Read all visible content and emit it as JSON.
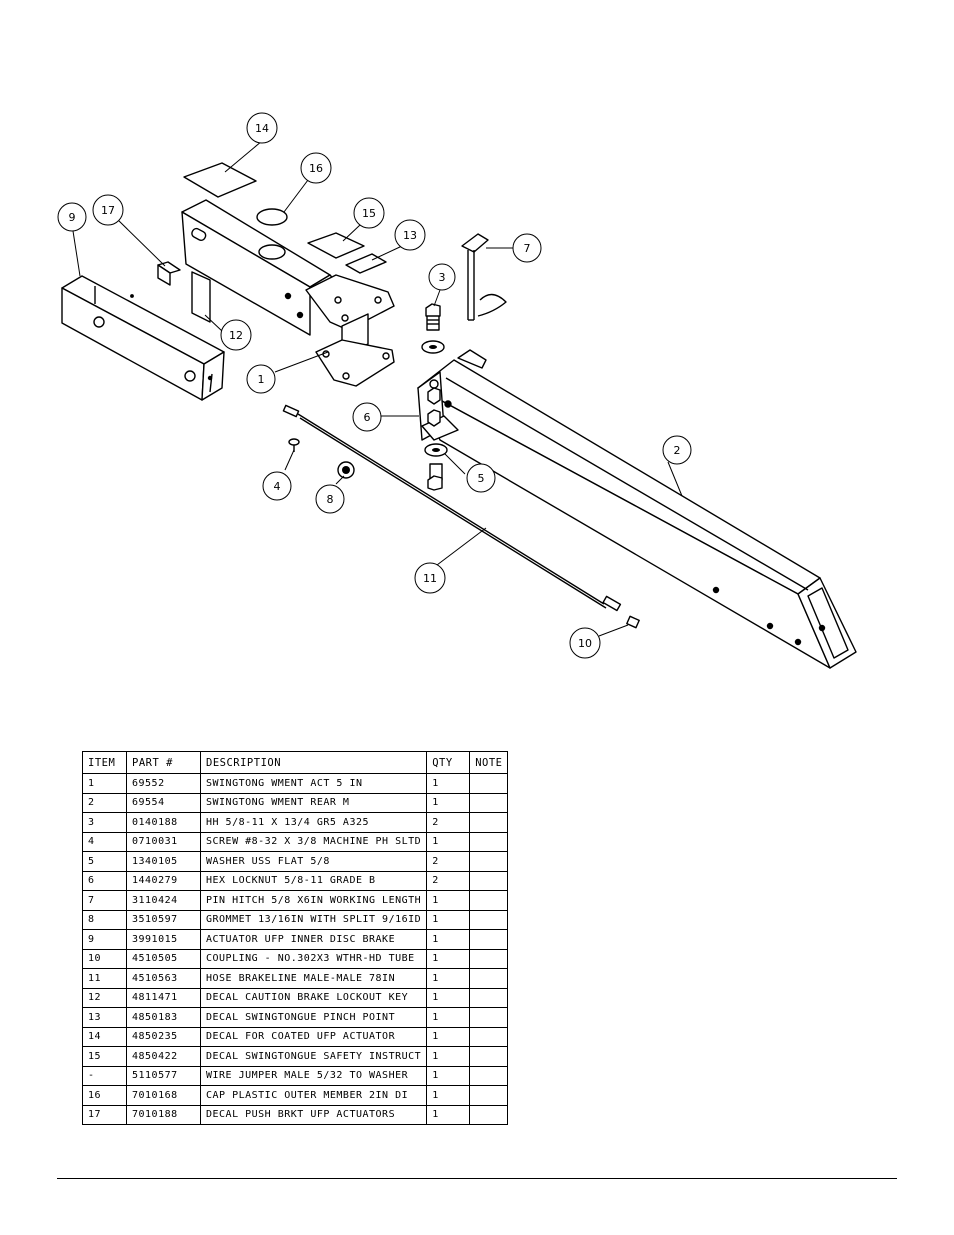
{
  "callouts": [
    "1",
    "2",
    "3",
    "4",
    "5",
    "6",
    "7",
    "8",
    "9",
    "10",
    "11",
    "12",
    "13",
    "14",
    "15",
    "16",
    "17"
  ],
  "bom": {
    "headers": {
      "item": "ITEM",
      "part": "PART #",
      "description": "DESCRIPTION",
      "qty": "QTY",
      "note": "NOTE"
    },
    "rows": [
      {
        "item": "1",
        "part": "69552",
        "description": "SWINGTONG WMENT ACT 5 IN",
        "qty": "1",
        "note": ""
      },
      {
        "item": "2",
        "part": "69554",
        "description": "SWINGTONG WMENT REAR M",
        "qty": "1",
        "note": ""
      },
      {
        "item": "3",
        "part": "0140188",
        "description": "HH 5/8-11 X 13/4  GR5 A325",
        "qty": "2",
        "note": ""
      },
      {
        "item": "4",
        "part": "0710031",
        "description": "SCREW #8-32 X 3/8 MACHINE PH SLTD",
        "qty": "1",
        "note": ""
      },
      {
        "item": "5",
        "part": "1340105",
        "description": "WASHER USS FLAT 5/8",
        "qty": "2",
        "note": ""
      },
      {
        "item": "6",
        "part": "1440279",
        "description": "HEX LOCKNUT 5/8-11 GRADE B",
        "qty": "2",
        "note": ""
      },
      {
        "item": "7",
        "part": "3110424",
        "description": "PIN HITCH 5/8 X6IN WORKING LENGTH",
        "qty": "1",
        "note": ""
      },
      {
        "item": "8",
        "part": "3510597",
        "description": "GROMMET 13/16IN  WITH SPLIT 9/16ID",
        "qty": "1",
        "note": ""
      },
      {
        "item": "9",
        "part": "3991015",
        "description": "ACTUATOR UFP INNER  DISC BRAKE",
        "qty": "1",
        "note": ""
      },
      {
        "item": "10",
        "part": "4510505",
        "description": "COUPLING - NO.302X3 WTHR-HD TUBE",
        "qty": "1",
        "note": ""
      },
      {
        "item": "11",
        "part": "4510563",
        "description": "HOSE BRAKELINE MALE-MALE 78IN",
        "qty": "1",
        "note": ""
      },
      {
        "item": "12",
        "part": "4811471",
        "description": "DECAL CAUTION BRAKE LOCKOUT KEY",
        "qty": "1",
        "note": ""
      },
      {
        "item": "13",
        "part": "4850183",
        "description": "DECAL SWINGTONGUE PINCH POINT",
        "qty": "1",
        "note": ""
      },
      {
        "item": "14",
        "part": "4850235",
        "description": "DECAL FOR COATED UFP ACTUATOR",
        "qty": "1",
        "note": ""
      },
      {
        "item": "15",
        "part": "4850422",
        "description": "DECAL SWINGTONGUE SAFETY INSTRUCT",
        "qty": "1",
        "note": ""
      },
      {
        "item": "-",
        "part": "5110577",
        "description": "WIRE JUMPER MALE 5/32 TO WASHER",
        "qty": "1",
        "note": ""
      },
      {
        "item": "16",
        "part": "7010168",
        "description": "CAP  PLASTIC OUTER MEMBER 2IN DI",
        "qty": "1",
        "note": ""
      },
      {
        "item": "17",
        "part": "7010188",
        "description": "DECAL PUSH BRKT UFP ACTUATORS",
        "qty": "1",
        "note": ""
      }
    ]
  }
}
